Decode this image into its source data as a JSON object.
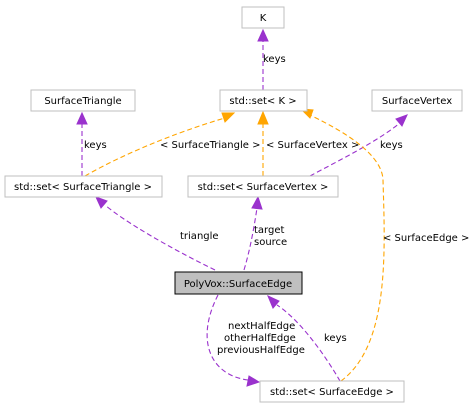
{
  "nodes": {
    "k": "K",
    "set_k": "std::set< K >",
    "surface_triangle": "SurfaceTriangle",
    "surface_vertex": "SurfaceVertex",
    "set_triangle": "std::set< SurfaceTriangle >",
    "set_vertex": "std::set< SurfaceVertex >",
    "surface_edge": "PolyVox::SurfaceEdge",
    "set_edge": "std::set< SurfaceEdge >"
  },
  "edge_labels": {
    "keys_k": "keys",
    "keys_triangle": "keys",
    "keys_vertex": "keys",
    "keys_edge": "keys",
    "tmpl_triangle": "< SurfaceTriangle >",
    "tmpl_vertex": "< SurfaceVertex >",
    "tmpl_edge": "< SurfaceEdge >",
    "triangle": "triangle",
    "target": "target",
    "source": "source",
    "next_half_edge": "nextHalfEdge",
    "other_half_edge": "otherHalfEdge",
    "previous_half_edge": "previousHalfEdge"
  },
  "colors": {
    "usage_edge": "#9a32cd",
    "template_edge": "#ffa500",
    "node_border": "#bfbfbf",
    "focus_fill": "#bfbfbf"
  }
}
